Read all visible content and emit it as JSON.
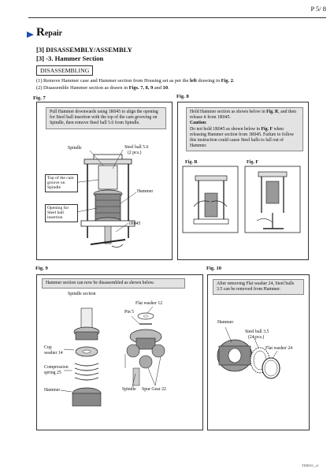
{
  "page_number": "P 5/ 8",
  "section": {
    "title_initial": "R",
    "title_rest": "epair",
    "heading1": "[3] DISASSEMBLY/ASSEMBLY",
    "heading2": "[3] -3. Hammer Section",
    "tag": "DISASSEMBLING"
  },
  "instructions": [
    {
      "pre": "(1) Remove Hammer case and Hammer section from Housing set as per the ",
      "bold": "left",
      "mid": " drawing in ",
      "bold2": "Fig. 2",
      "post": "."
    },
    {
      "pre": "(2) Disassemble Hammer section as drawn in ",
      "bold": "Figs. 7, 8, 9",
      "mid": " and ",
      "bold2": "10",
      "post": "."
    }
  ],
  "fig7": {
    "label": "Fig. 7",
    "note": "Pull Hammer downwards using 1R045 to align the opening for Steel ball insertion with the top of the cam grooving on Spindle, then remove Steel ball 5.6 from Spindle.",
    "labels": {
      "spindle": "Spindle",
      "steel_ball_a": "Steel ball 5.6",
      "steel_ball_b": "(2 pcs.)",
      "top_cam": "Top of the cam groove on Spindle",
      "hammer": "Hammer",
      "opening": "Opening for Steel ball insertion",
      "tool": "1R045"
    }
  },
  "fig8": {
    "label": "Fig. 8",
    "note_a": "Hold Hammer section as shown below in ",
    "note_a_bold": "Fig. R",
    "note_b": ", and then release it from 1R045.",
    "caution": "Caution",
    "caution_a": "Do not hold 1R045 as shown below in ",
    "caution_a_bold": "Fig. F",
    "caution_b": " when releasing Hammer section from 1R045. Failure to follow this instruction could cause Steel balls to fall out of Hammer.",
    "sub_r": "Fig. R",
    "sub_f": "Fig. F"
  },
  "fig9": {
    "label": "Fig. 9",
    "note": "Hammer section can now be disassembled as shown below.",
    "labels": {
      "spindle_section": "Spindle section",
      "flat_washer": "Flat washer 12",
      "pin": "Pin 5",
      "cup_a": "Cup",
      "cup_b": "washer 14",
      "comp_a": "Compression",
      "comp_b": "spring 25",
      "hammer": "Hammer",
      "spindle": "Spindle",
      "spur": "Spur Gear 22"
    }
  },
  "fig10": {
    "label": "Fig. 10",
    "note": "After removing Flat washer 24, Steel balls 3.5 can be removed from Hammer.",
    "labels": {
      "hammer": "Hammer",
      "steel_balls_a": "Steel ball 3.5",
      "steel_balls_b": "(24 pcs.)",
      "flat_washer": "Flat washer 24"
    }
  },
  "footer": "TD0051_x1"
}
